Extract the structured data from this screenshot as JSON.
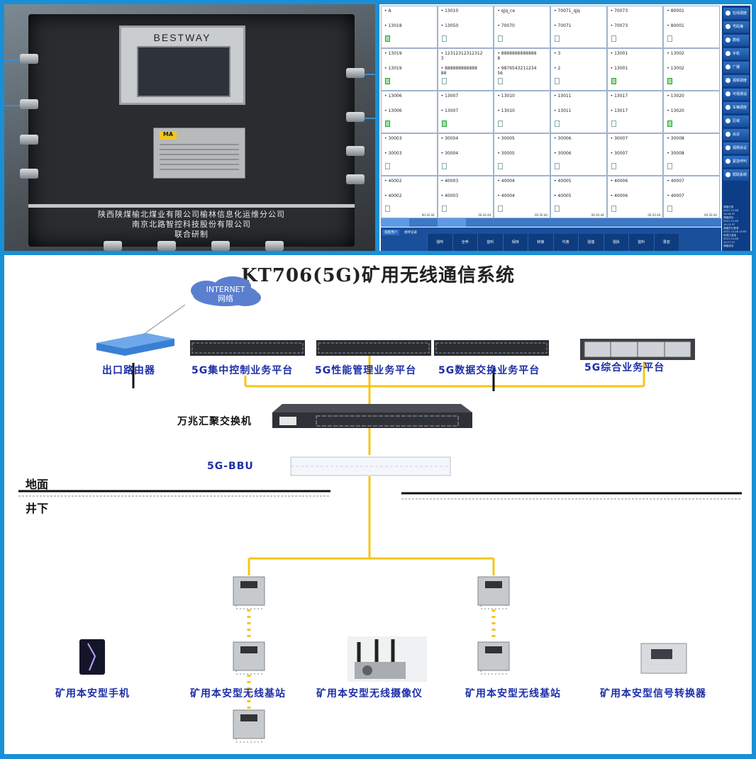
{
  "photo": {
    "brand": "BESTWAY",
    "label_logo": "MA",
    "nameplate_line1": "陕西陕煤榆北煤业有限公司榆林信息化运维分公司",
    "nameplate_line2": "南京北路智控科技股份有限公司",
    "nameplate_line3": "联合研制"
  },
  "dispatch": {
    "rows": [
      [
        {
          "a": "A",
          "b": "13018",
          "status": "on"
        },
        {
          "a": "13010",
          "b": "13050",
          "status": "off"
        },
        {
          "a": "qjq_ce",
          "b": "70070",
          "status": "off"
        },
        {
          "a": "70071_qjq",
          "b": "70071",
          "status": "off"
        },
        {
          "a": "70073",
          "b": "70073",
          "status": "off"
        },
        {
          "a": "80001",
          "b": "80001",
          "status": "off"
        }
      ],
      [
        {
          "a": "13019",
          "b": "13019",
          "status": "on"
        },
        {
          "a": "12312312312312\n3",
          "b": "888888888888\n88",
          "status": "off"
        },
        {
          "a": "8888888888888\n8",
          "b": "9876543211234\n56",
          "status": "off"
        },
        {
          "a": "3",
          "b": "2",
          "status": "off"
        },
        {
          "a": "13001",
          "b": "13001",
          "status": "on"
        },
        {
          "a": "13002",
          "b": "13002",
          "status": "on"
        }
      ],
      [
        {
          "a": "13006",
          "b": "13006",
          "status": "on"
        },
        {
          "a": "13007",
          "b": "13007",
          "status": "on"
        },
        {
          "a": "13010",
          "b": "13010",
          "status": "off"
        },
        {
          "a": "13011",
          "b": "13011",
          "status": "off"
        },
        {
          "a": "13017",
          "b": "13017",
          "status": "off"
        },
        {
          "a": "13020",
          "b": "13020",
          "status": "on"
        }
      ],
      [
        {
          "a": "30003",
          "b": "30003",
          "status": "off"
        },
        {
          "a": "30004",
          "b": "30004",
          "status": "off"
        },
        {
          "a": "30005",
          "b": "30005",
          "status": "off"
        },
        {
          "a": "30006",
          "b": "30006",
          "status": "off"
        },
        {
          "a": "30007",
          "b": "30007",
          "status": "off"
        },
        {
          "a": "30008",
          "b": "30008",
          "status": "off"
        }
      ],
      [
        {
          "a": "40002",
          "b": "40002",
          "status": "off",
          "time": "00:32:44"
        },
        {
          "a": "40003",
          "b": "40003",
          "status": "off",
          "time": "00:32:44"
        },
        {
          "a": "40004",
          "b": "40004",
          "status": "off",
          "time": "00:32:44"
        },
        {
          "a": "40005",
          "b": "40005",
          "status": "off",
          "time": "00:32:44"
        },
        {
          "a": "40006",
          "b": "40006",
          "status": "off",
          "time": "00:32:44"
        },
        {
          "a": "40007",
          "b": "40007",
          "status": "off",
          "time": "00:32:44"
        }
      ]
    ],
    "side_buttons": [
      "在线调度",
      "号码簿",
      "群组",
      "手机",
      "广播",
      "视频调度",
      "可视通话",
      "车辆调度",
      "区域",
      "会议",
      "视频会议",
      "紧急呼叫",
      "帮助系统"
    ],
    "side_log": [
      "调度记录",
      "2021-12-08 14:16:37",
      "调度成功",
      "2021-12-08 14:13:37",
      "调度员已登录",
      "2021-12-08 13:59",
      "系统已连接",
      "2021-12-08 14:17:12",
      "调度成功"
    ],
    "bottom_tabs": [
      "调度用户",
      "组呼记录"
    ],
    "keys": [
      "强呼",
      "全呼",
      "监听",
      "保持",
      "转接",
      "代答",
      "强插",
      "强拆",
      "监听",
      "录音"
    ]
  },
  "diagram": {
    "title": "KT706(5G)矿用无线通信系统",
    "cloud_line1": "INTERNET",
    "cloud_line2": "网络",
    "router": "出口路由器",
    "platform_control": "5G集中控制业务平台",
    "platform_perf": "5G性能管理业务平台",
    "platform_data": "5G数据交换业务平台",
    "platform_integrated": "5G综合业务平台",
    "switch": "万兆汇聚交换机",
    "bbu": "5G-BBU",
    "surface": "地面",
    "underground": "井下",
    "dev_phone": "矿用本安型手机",
    "dev_bs_left": "矿用本安型无线基站",
    "dev_camera": "矿用本安型无线摄像仪",
    "dev_bs_right": "矿用本安型无线基站",
    "dev_converter": "矿用本安型信号转换器",
    "colors": {
      "link": "#f5c518",
      "label": "#1c2fa8",
      "line": "#111111"
    }
  }
}
